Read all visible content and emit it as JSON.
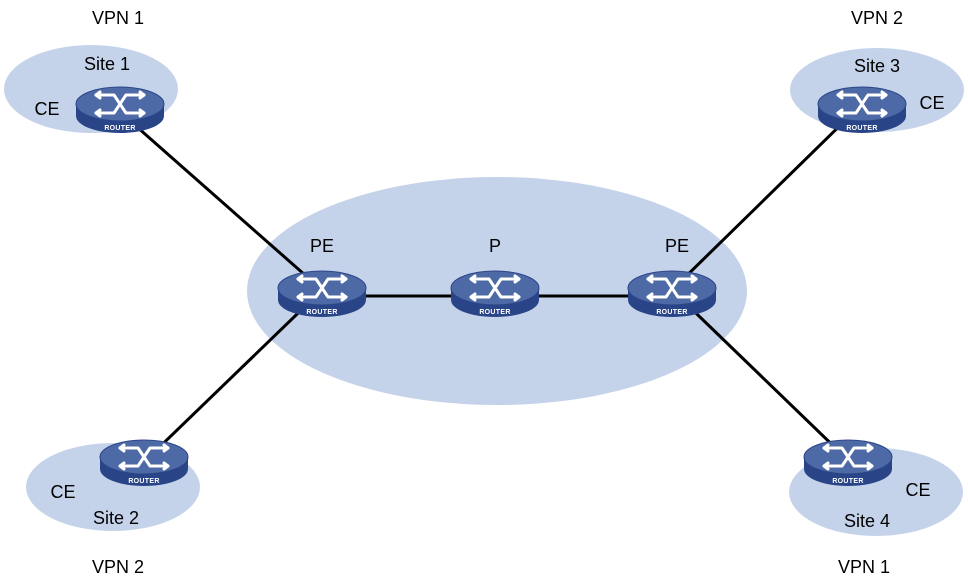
{
  "colors": {
    "area_fill": "#c5d3ea",
    "link": "#000000",
    "router_top": "#4e6aa6",
    "router_side": "#2a4587",
    "router_arrows": "#ffffff"
  },
  "router_caption": "ROUTER",
  "sites": [
    {
      "vpn": "VPN 1",
      "site": "Site 1",
      "ce": "CE"
    },
    {
      "vpn": "VPN 2",
      "site": "Site 2",
      "ce": "CE"
    },
    {
      "vpn": "VPN 2",
      "site": "Site 3",
      "ce": "CE"
    },
    {
      "vpn": "VPN 1",
      "site": "Site 4",
      "ce": "CE"
    }
  ],
  "backbone": {
    "pe_left": "PE",
    "p": "P",
    "pe_right": "PE"
  }
}
